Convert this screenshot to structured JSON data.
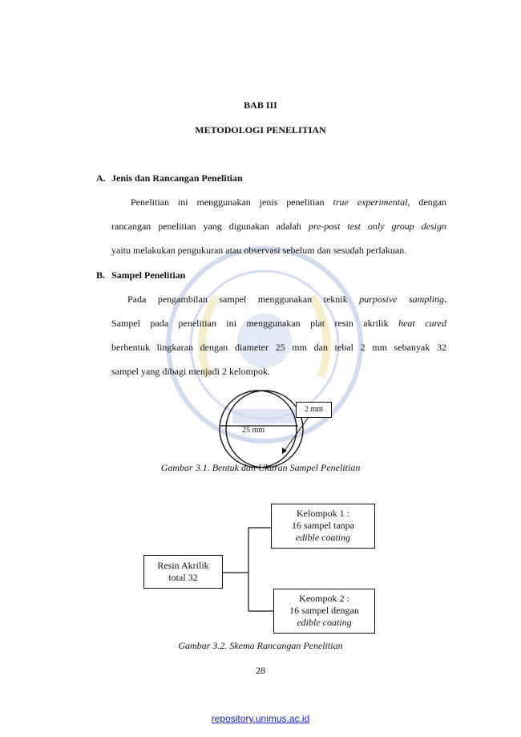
{
  "chapter": {
    "number": "BAB III",
    "title": "METODOLOGI PENELITIAN"
  },
  "section_a": {
    "heading_letter": "A.",
    "heading_text": "Jenis dan Rancangan Penelitian",
    "line1_pre": "Penelitian ini menggunakan jenis penelitian ",
    "line1_em": "true experimental",
    "line1_post": ", dengan",
    "line2_pre": "rancangan penelitian yang digunakan adalah ",
    "line2_em": "pre-post test only group design",
    "line3": "yaitu melakukan pengukuran atau observasi sebelum dan sesudah perlakuan."
  },
  "section_b": {
    "heading_letter": "B.",
    "heading_text": "Sampel Penelitian",
    "line1_pre": "Pada pengambilan sampel menggunakan teknik ",
    "line1_em": "purposive sampling",
    "line1_post": ".",
    "line2_pre": "Sampel pada penelitian ini menggunakan plat resin akrilik ",
    "line2_em": "heat cured",
    "line3": "berbentuk lingkaran dengan diameter 25 mm dan tebal 2 mm sebanyak 32",
    "line4": "sampel yang dibagi menjadi 2 kelompok."
  },
  "figure1": {
    "label_thickness": "2 mm",
    "label_diameter": "25 mm",
    "caption": "Gambar 3.1. Bentuk dan Ukuran Sampel Penelitian"
  },
  "figure2": {
    "root_line1": "Resin Akrilik",
    "root_line2": "total  32",
    "group1_line1": "Kelompok 1 :",
    "group1_line2": "16 sampel tanpa",
    "group1_line3": "edible coating",
    "group2_line1": "Keompok 2 :",
    "group2_line2": "16 sampel dengan",
    "group2_line3": "edible coating",
    "caption": "Gambar 3.2. Skema Rancangan Penelitian"
  },
  "page_number": "28",
  "footer_url": "repository.unimus.ac.id",
  "colors": {
    "text": "#111111",
    "watermark": "#3a63b8",
    "link": "#2020cc"
  }
}
